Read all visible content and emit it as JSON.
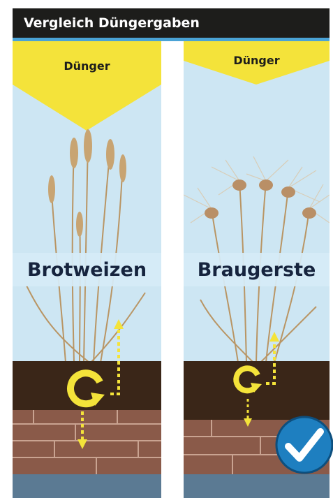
{
  "header": {
    "title": "Vergleich Düngergaben"
  },
  "panels": [
    {
      "funnel_label": "Dünger",
      "crop_label": "Brotweizen"
    },
    {
      "funnel_label": "Dünger",
      "crop_label": "Braugerste"
    }
  ],
  "colors": {
    "title_bar": "#1d1d1b",
    "accent_line": "#4aa3d6",
    "sky": "#cde6f3",
    "funnel": "#f4e33a",
    "soil": "#3a2618",
    "stone": "#8a5a49",
    "bedrock": "#5b7a93",
    "nutrient_arrow": "#f4e33a",
    "check_badge": "#1e7fc0"
  },
  "icons": {
    "cycle": "cycle-arrow-icon",
    "check": "checkmark-icon"
  }
}
